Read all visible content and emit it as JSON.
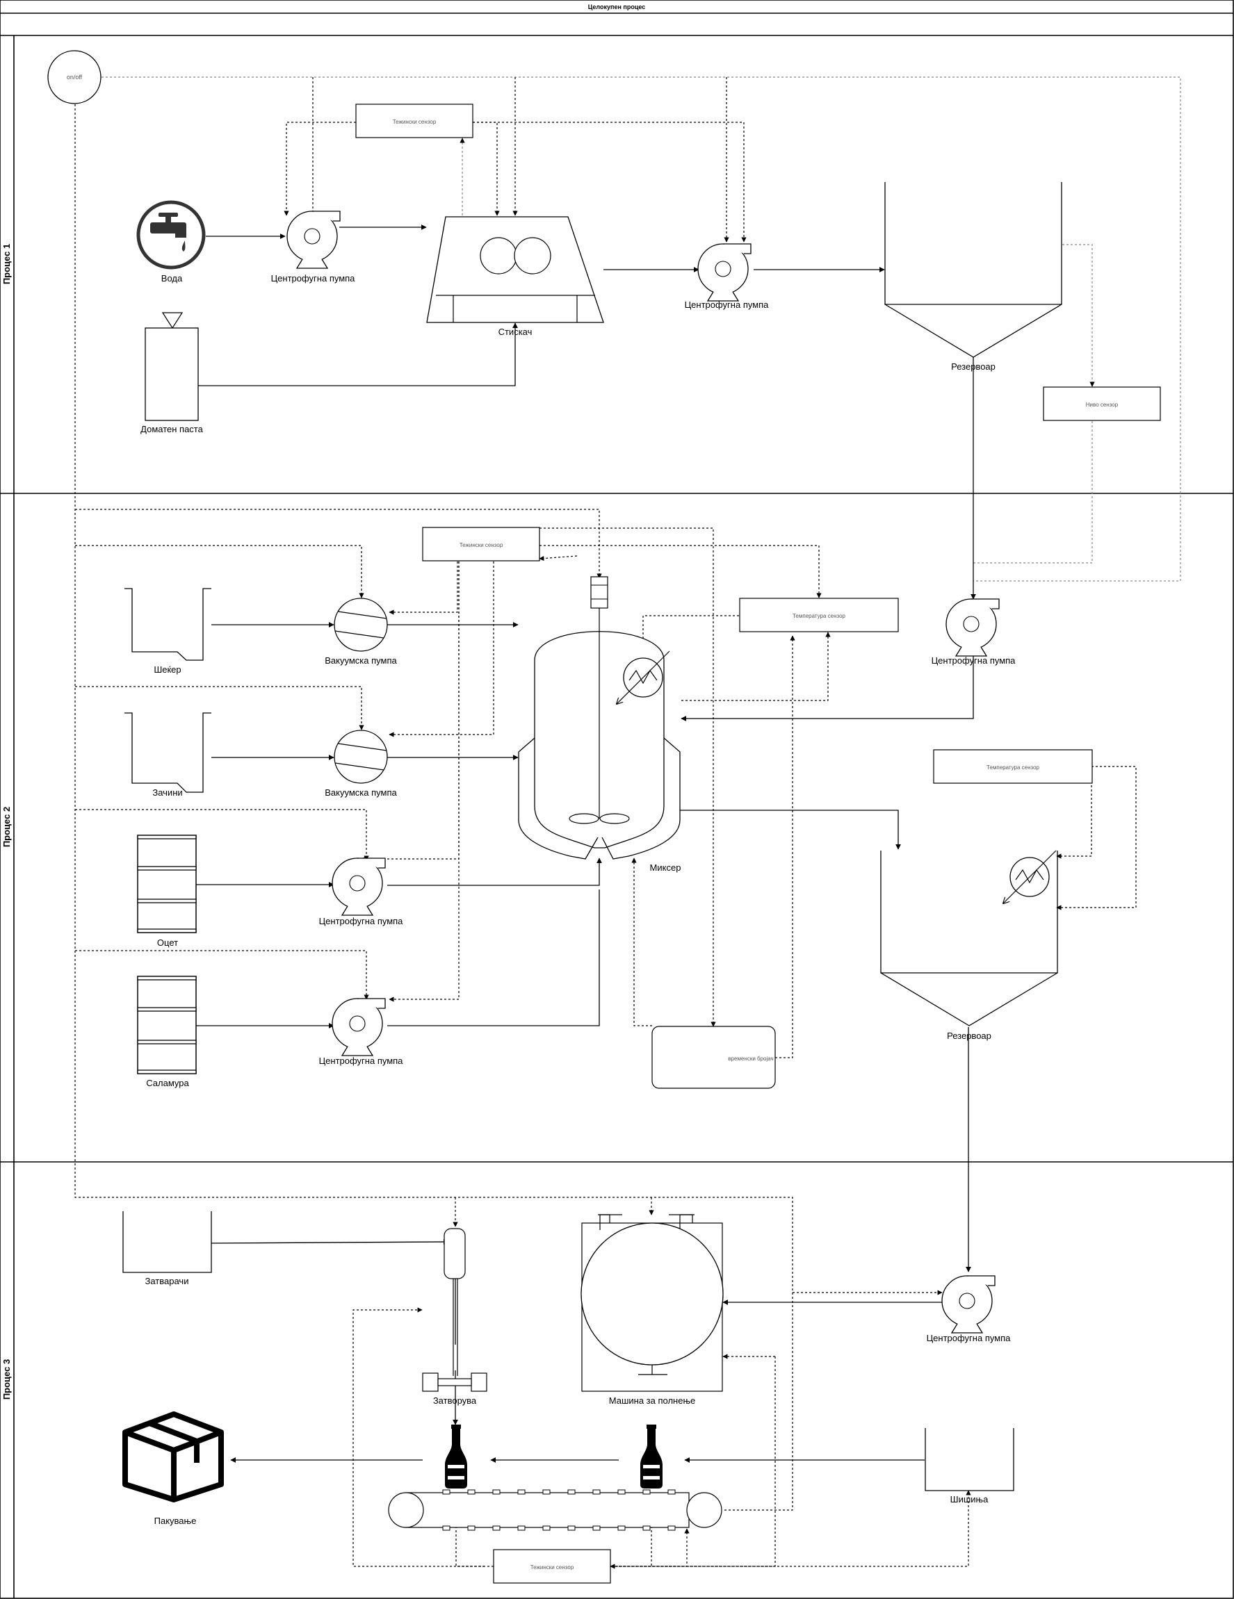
{
  "title": "Целокупен процес",
  "lanes": [
    "Процес 1",
    "Процес 2",
    "Процес 3"
  ],
  "colors": {
    "line": "#000000",
    "panel": "#ffffff",
    "icon": "#333333",
    "sensor_text": "#555555",
    "dotted": "#888888"
  },
  "process1": {
    "onoff": "on/off",
    "water": "Вода",
    "pump_a": "Центрофугна пумпа",
    "press": "Стискач",
    "pump_b": "Центрофугна пумпа",
    "tank": "Резервоар",
    "paste": "Доматен паста",
    "weight_sensor": "Тежински сензор",
    "level_sensor": "Ниво сензор"
  },
  "process2": {
    "weight_sensor": "Тежински сензор",
    "temp_sensor_a": "Температура сензор",
    "temp_sensor_b": "Температура сензор",
    "sugar": "Шеќер",
    "vac_pump_a": "Вакуумска пумпа",
    "spices": "Зачини",
    "vac_pump_b": "Вакуумска пумпа",
    "vinegar": "Оцет",
    "cf_pump_a": "Центрофугна пумпа",
    "brine": "Саламура",
    "cf_pump_b": "Центрофугна пумпа",
    "mixer": "Миксер",
    "timer": "временски бројач",
    "cf_pump_c": "Центрофугна пумпа",
    "tank": "Резервоар"
  },
  "process3": {
    "caps": "Затварачи",
    "capper": "Затворува",
    "filler": "Машина за полнење",
    "pump": "Центрофугна пумпа",
    "bottles": "Шишиња",
    "packing": "Пакување",
    "weight_sensor": "Тежински сензор"
  }
}
